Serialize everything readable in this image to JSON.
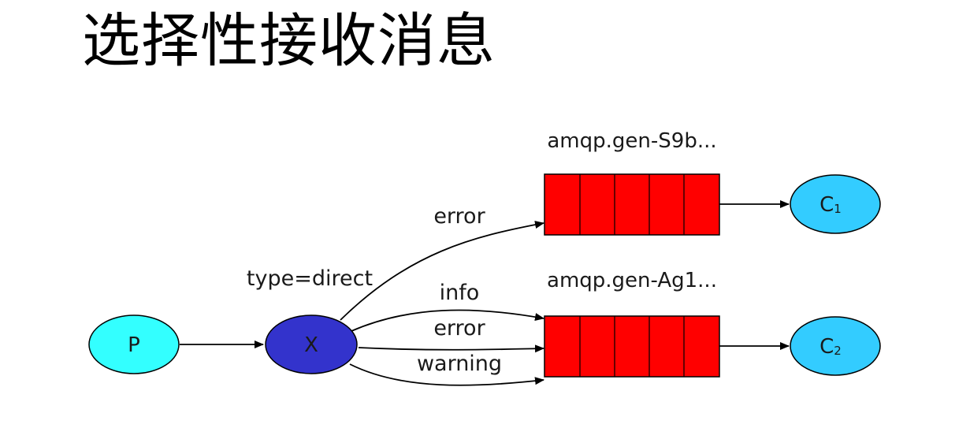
{
  "title": "选择性接收消息",
  "diagram": {
    "colors": {
      "producer": "#33ffff",
      "exchange": "#3333cc",
      "queue": "#ff0000",
      "consumer": "#33ccff",
      "edge": "#000000"
    },
    "producer": {
      "label": "P"
    },
    "exchange": {
      "label": "X",
      "type_label": "type=direct"
    },
    "queues": [
      {
        "name": "amqp.gen-S9b..."
      },
      {
        "name": "amqp.gen-Ag1..."
      }
    ],
    "consumers": [
      {
        "label": "C",
        "sub": "1"
      },
      {
        "label": "C",
        "sub": "2"
      }
    ],
    "bindings": [
      {
        "routing_key": "error",
        "queue": 1
      },
      {
        "routing_key": "info",
        "queue": 2
      },
      {
        "routing_key": "error",
        "queue": 2
      },
      {
        "routing_key": "warning",
        "queue": 2
      }
    ]
  }
}
